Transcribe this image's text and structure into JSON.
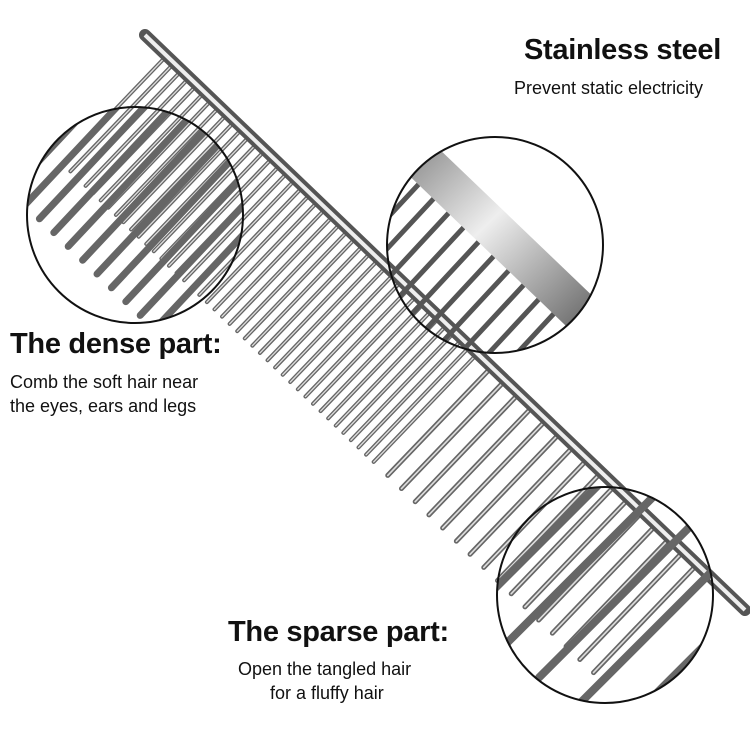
{
  "stainless": {
    "title": "Stainless steel",
    "subtitle": "Prevent static electricity"
  },
  "dense": {
    "title": "The dense part:",
    "line1": "Comb the soft hair near",
    "line2": "the eyes, ears and legs"
  },
  "sparse": {
    "title": "The sparse part:",
    "line1": "Open the tangled hair",
    "line2": "for a fluffy hair"
  },
  "colors": {
    "steel_dark": "#555555",
    "steel_light": "#e8e8e8",
    "outline": "#111111"
  }
}
